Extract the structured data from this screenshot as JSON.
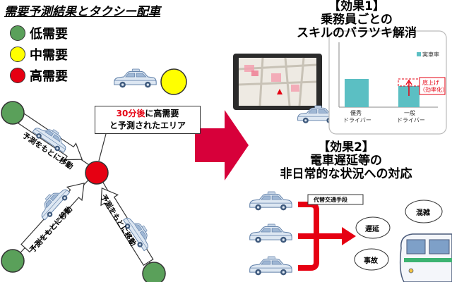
{
  "title": "需要予測結果とタクシー配車",
  "legend": [
    {
      "label": "低需要",
      "color": "#5aa05a"
    },
    {
      "label": "中需要",
      "color": "#ffff00"
    },
    {
      "label": "高需要",
      "color": "#e60012"
    }
  ],
  "callout": {
    "line1_red": "30分後",
    "line1_rest": "に高需要",
    "line2": "と予測されたエリア"
  },
  "arrow_labels": [
    "予測をもとに移動",
    "予測をもとに移動",
    "予測をもとに移動"
  ],
  "effect1": {
    "line1": "【効果1】",
    "line2": "乗務員ごとの",
    "line3": "スキルのバラツキ解消"
  },
  "effect1_chart": {
    "legend": "実車率",
    "note_line1": "底上げ",
    "note_line2": "（効率化）",
    "cat1_line1": "優秀",
    "cat1_line2": "ドライバー",
    "cat2_line1": "一般",
    "cat2_line2": "ドライバー"
  },
  "effect2": {
    "line1": "【効果2】",
    "line2": "電車遅延等の",
    "line3": "非日常的な状況への対応"
  },
  "effect2_labels": {
    "alt_transport": "代替交通手段",
    "delay": "遅延",
    "crowd": "混雑",
    "accident": "事故"
  },
  "colors": {
    "red": "#e60012",
    "green": "#5aa05a",
    "yellow": "#ffff00",
    "teal": "#5bbfc3"
  }
}
